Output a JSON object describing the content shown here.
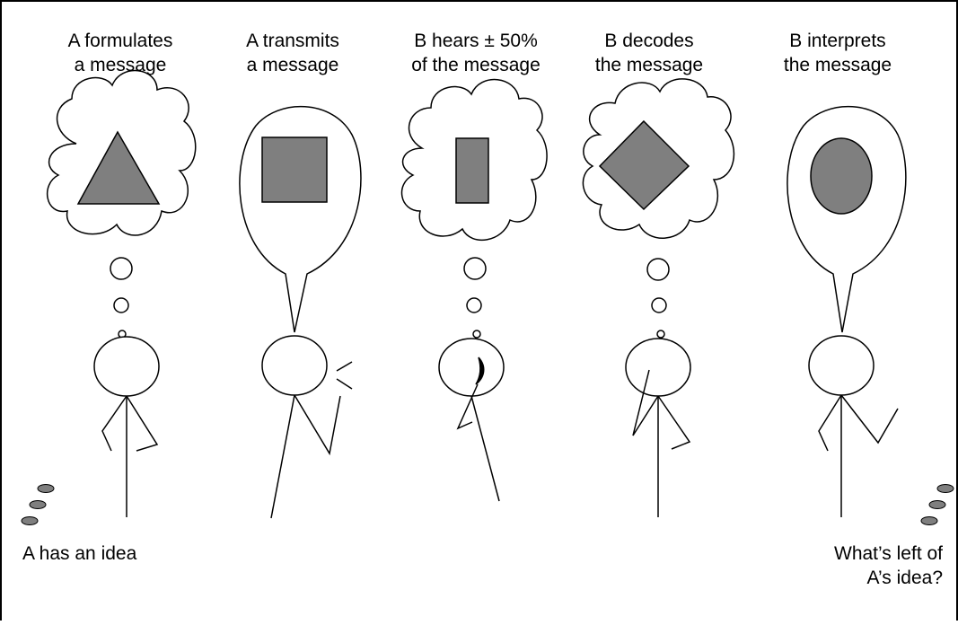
{
  "steps": [
    {
      "line1": "A formulates",
      "line2": "a message",
      "shape": "triangle"
    },
    {
      "line1": "A transmits",
      "line2": "a message",
      "shape": "square"
    },
    {
      "line1": "B hears ± 50%",
      "line2": "of the message",
      "shape": "rectangle"
    },
    {
      "line1": "B decodes",
      "line2": "the message",
      "shape": "diamond"
    },
    {
      "line1": "B interprets",
      "line2": "the message",
      "shape": "circle"
    }
  ],
  "left_caption": "A has an idea",
  "right_caption": {
    "line1": "What’s left of",
    "line2": "A’s idea?"
  },
  "colors": {
    "shape_fill": "#7f7f7f",
    "stroke": "#000000",
    "background": "#ffffff"
  }
}
